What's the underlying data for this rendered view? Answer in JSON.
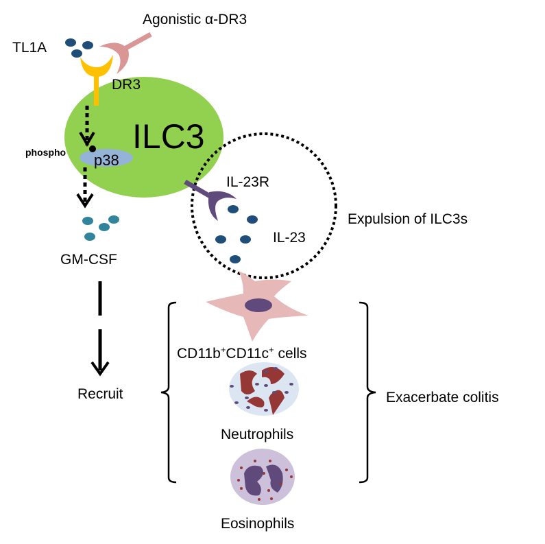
{
  "labels": {
    "agonist": "Agonistic α-DR3",
    "tl1a": "TL1A",
    "dr3": "DR3",
    "ilc3": "ILC3",
    "phospho": "phospho",
    "p38": "p38",
    "gmcsf": "GM-CSF",
    "il23r": "IL-23R",
    "il23": "IL-23",
    "expulsion": "Expulsion of ILC3s",
    "recruit": "Recruit",
    "cd11_a": "CD11b",
    "cd11_plus1": "+",
    "cd11_b": "CD11c",
    "cd11_plus2": "+",
    "cd11_c": " cells",
    "neutrophils": "Neutrophils",
    "eosinophils": "Eosinophils",
    "exacerbate": "Exacerbate colitis"
  },
  "colors": {
    "ilc3": "#92D050",
    "dr3": "#FFC000",
    "antibody": "#D99694",
    "ligand": "#1F4E79",
    "gmcsf": "#31849B",
    "p38": "#95B3D7",
    "il23r": "#604A7B",
    "dc": "#E6B9B8",
    "neutrophil": "#DCE6F2",
    "eosinophil": "#CCC0DA",
    "granule_red": "#953735"
  }
}
